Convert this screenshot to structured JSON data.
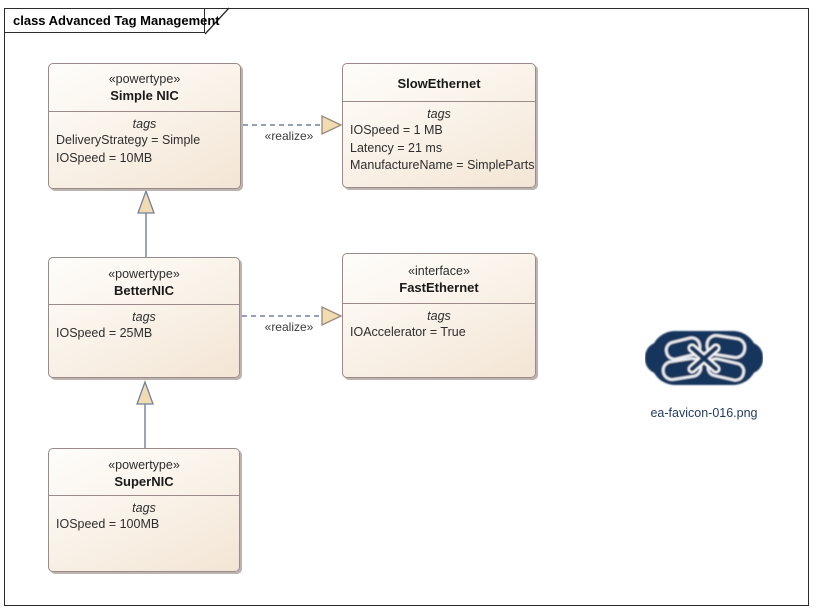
{
  "frame": {
    "title": "class Advanced Tag Management"
  },
  "classes": [
    {
      "id": "simple-nic",
      "stereotype": "«powertype»",
      "name": "Simple NIC",
      "tags_label": "tags",
      "tags": [
        "DeliveryStrategy = Simple",
        "IOSpeed = 10MB"
      ]
    },
    {
      "id": "slow-ethernet",
      "stereotype": "",
      "name": "SlowEthernet",
      "tags_label": "tags",
      "tags": [
        "IOSpeed = 1 MB",
        "Latency = 21 ms",
        "ManufactureName = SimpleParts"
      ]
    },
    {
      "id": "better-nic",
      "stereotype": "«powertype»",
      "name": "BetterNIC",
      "tags_label": "tags",
      "tags": [
        "IOSpeed = 25MB"
      ]
    },
    {
      "id": "fast-ethernet",
      "stereotype": "«interface»",
      "name": "FastEthernet",
      "tags_label": "tags",
      "tags": [
        "IOAccelerator = True"
      ]
    },
    {
      "id": "super-nic",
      "stereotype": "«powertype»",
      "name": "SuperNIC",
      "tags_label": "tags",
      "tags": [
        "IOSpeed = 100MB"
      ]
    }
  ],
  "connectors": {
    "realize_label_1": "«realize»",
    "realize_label_2": "«realize»"
  },
  "image_object": {
    "caption": "ea-favicon-016.png"
  },
  "colors": {
    "connector": "#72809e",
    "arrowhead_fill": "#f1dcb2",
    "box_border": "#9b8a8a",
    "logo_navy": "#17365d"
  }
}
